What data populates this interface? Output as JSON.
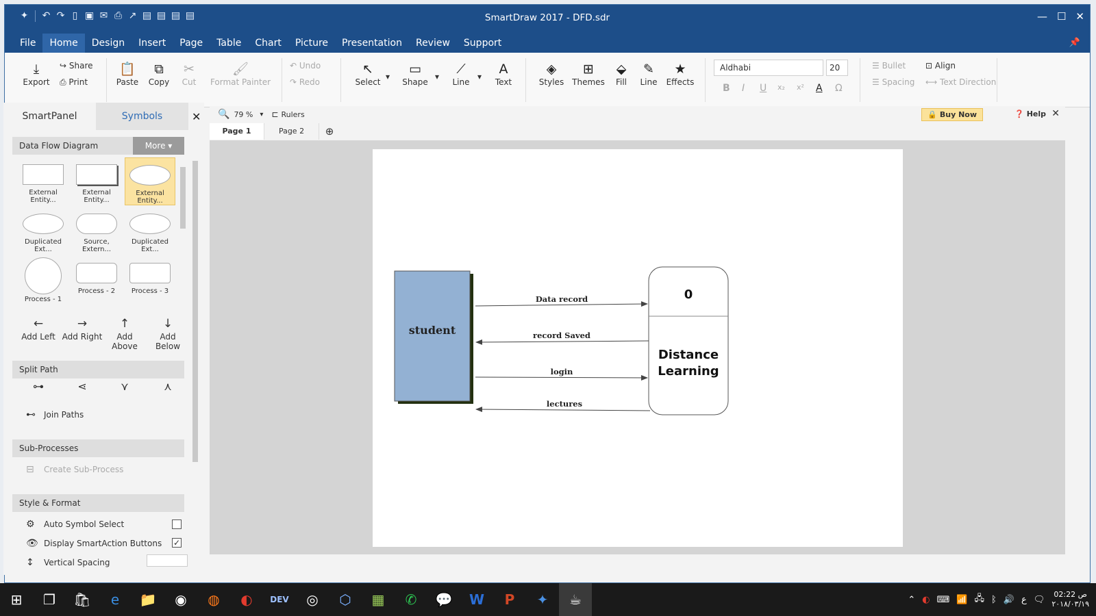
{
  "window": {
    "title": "SmartDraw 2017 - DFD.sdr"
  },
  "menu": [
    "File",
    "Home",
    "Design",
    "Insert",
    "Page",
    "Table",
    "Chart",
    "Picture",
    "Presentation",
    "Review",
    "Support"
  ],
  "ribbon": {
    "export": "Export",
    "share": "Share",
    "print": "Print",
    "paste": "Paste",
    "copy": "Copy",
    "cut": "Cut",
    "format_painter": "Format Painter",
    "undo": "Undo",
    "redo": "Redo",
    "select": "Select",
    "shape": "Shape",
    "line": "Line",
    "text": "Text",
    "styles": "Styles",
    "themes": "Themes",
    "fill": "Fill",
    "line2": "Line",
    "effects": "Effects",
    "font": "Aldhabi",
    "font_size": "20",
    "bullet": "Bullet",
    "spacing": "Spacing",
    "align": "Align",
    "text_direction": "Text Direction"
  },
  "panel": {
    "tab1": "SmartPanel",
    "tab2": "Symbols",
    "library": "Data Flow Diagram",
    "more": "More",
    "symbols": [
      "External Entity...",
      "External Entity...",
      "External Entity...",
      "Duplicated Ext...",
      "Source, Extern...",
      "Duplicated Ext...",
      "Process - 1",
      "Process - 2",
      "Process - 3"
    ],
    "add_left": "Add Left",
    "add_right": "Add Right",
    "add_above": "Add Above",
    "add_below": "Add Below",
    "split_path": "Split Path",
    "join_paths": "Join Paths",
    "sub_processes": "Sub-Processes",
    "create_sub": "Create Sub-Process",
    "style_format": "Style & Format",
    "auto_symbol": "Auto Symbol Select",
    "display_smart": "Display SmartAction Buttons",
    "vertical_spacing": "Vertical Spacing"
  },
  "canvas": {
    "zoom": "79 %",
    "rulers": "Rulers",
    "buy_now": "Buy Now",
    "help": "Help",
    "pages": [
      "Page 1",
      "Page 2"
    ]
  },
  "diagram": {
    "entity": "student",
    "process_number": "0",
    "process_name_1": "Distance",
    "process_name_2": "Learning",
    "flows": [
      "Data record",
      "record Saved",
      "login",
      "lectures"
    ]
  },
  "taskbar": {
    "time": "02:22 ص",
    "date": "٢٠١٨/٠٣/١٩",
    "lang": "ع"
  }
}
